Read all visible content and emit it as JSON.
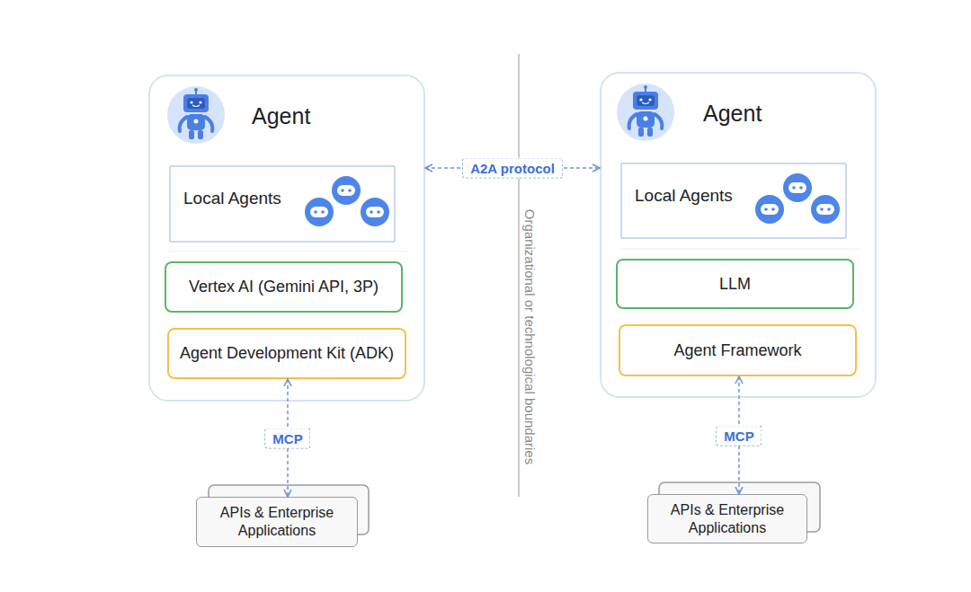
{
  "diagram": {
    "nodes": [
      {
        "text": [
          "Agent"
        ]
      },
      {
        "text": [
          "Local Agents"
        ],
        "in": 0
      },
      {
        "text": [
          "Vertex AI (Gemini API, 3P)"
        ],
        "in": 0
      },
      {
        "text": [
          "Agent Development Kit (ADK)"
        ],
        "in": 0
      },
      {
        "text": [
          "Agent"
        ]
      },
      {
        "text": [
          "Local Agents"
        ],
        "in": 4
      },
      {
        "text": [
          "LLM"
        ],
        "in": 4
      },
      {
        "text": [
          "Agent Framework"
        ],
        "in": 4
      },
      {
        "text": [
          "APIs & Enterprise Applications"
        ]
      },
      {
        "text": [
          "APIs & Enterprise Applications"
        ]
      }
    ],
    "edges": [
      {
        "from": 0,
        "to": 4,
        "label": "A2A protocol",
        "arrow": "both"
      },
      {
        "from": 3,
        "to": 8,
        "label": "MCP",
        "arrow": "both"
      },
      {
        "from": 7,
        "to": 9,
        "label": "MCP",
        "arrow": "both"
      }
    ],
    "labels": [
      "Organizational or technological boundaries"
    ]
  }
}
